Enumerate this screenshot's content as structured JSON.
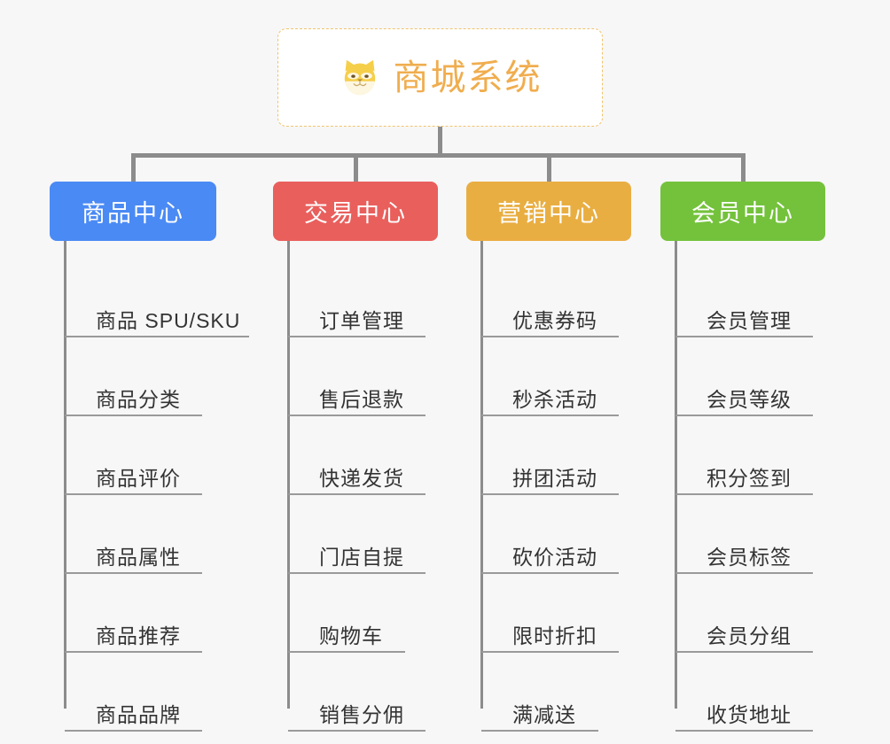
{
  "root": {
    "title": "商城系统",
    "icon": "shiba-dog-icon",
    "accent_color": "#f0ad4e",
    "border_color": "#f0c36d",
    "background": "#ffffff"
  },
  "canvas": {
    "background": "#f7f7f7",
    "connector_color": "#8c8c8c",
    "rule_color": "#9a9a9a",
    "leaf_text_color": "#333333"
  },
  "columns": [
    {
      "id": "product-center",
      "label": "商品中心",
      "color": "#4a8af4",
      "leaves": [
        {
          "label": "商品 SPU/SKU",
          "rule_width": 208
        },
        {
          "label": "商品分类",
          "rule_width": 155
        },
        {
          "label": "商品评价",
          "rule_width": 155
        },
        {
          "label": "商品属性",
          "rule_width": 155
        },
        {
          "label": "商品推荐",
          "rule_width": 155
        },
        {
          "label": "商品品牌",
          "rule_width": 155
        }
      ]
    },
    {
      "id": "trade-center",
      "label": "交易中心",
      "color": "#e95f5c",
      "leaves": [
        {
          "label": "订单管理",
          "rule_width": 155
        },
        {
          "label": "售后退款",
          "rule_width": 155
        },
        {
          "label": "快递发货",
          "rule_width": 155
        },
        {
          "label": "门店自提",
          "rule_width": 155
        },
        {
          "label": "购物车",
          "rule_width": 132
        },
        {
          "label": "销售分佣",
          "rule_width": 155
        }
      ]
    },
    {
      "id": "marketing-center",
      "label": "营销中心",
      "color": "#e9ae42",
      "leaves": [
        {
          "label": "优惠券码",
          "rule_width": 155
        },
        {
          "label": "秒杀活动",
          "rule_width": 155
        },
        {
          "label": "拼团活动",
          "rule_width": 155
        },
        {
          "label": "砍价活动",
          "rule_width": 155
        },
        {
          "label": "限时折扣",
          "rule_width": 155
        },
        {
          "label": "满减送",
          "rule_width": 132
        }
      ]
    },
    {
      "id": "member-center",
      "label": "会员中心",
      "color": "#74c23c",
      "leaves": [
        {
          "label": "会员管理",
          "rule_width": 155
        },
        {
          "label": "会员等级",
          "rule_width": 155
        },
        {
          "label": "积分签到",
          "rule_width": 155
        },
        {
          "label": "会员标签",
          "rule_width": 155
        },
        {
          "label": "会员分组",
          "rule_width": 155
        },
        {
          "label": "收货地址",
          "rule_width": 155
        }
      ]
    }
  ]
}
